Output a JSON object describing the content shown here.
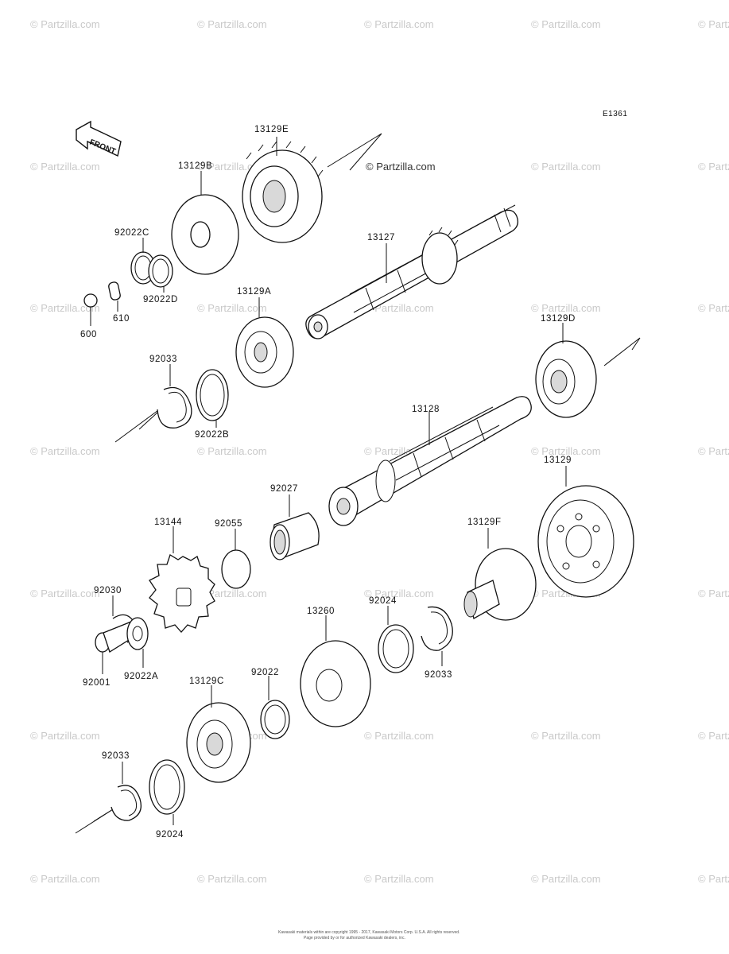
{
  "diagram_code": "E1361",
  "front_label": "FRONT",
  "center_watermark": "© Partzilla.com",
  "watermark_text": "© Partzilla.com",
  "copyright_line1": "Kawasaki materials within are copyright 1995 - 2017, Kawasaki Motors Corp. U.S.A. All rights reserved.",
  "copyright_line2": "Page provided by or for authorized Kawasaki dealers, inc.",
  "parts": {
    "p13129E": "13129E",
    "p13129B": "13129B",
    "p92022C": "92022C",
    "p92022D": "92022D",
    "p610": "610",
    "p600": "600",
    "p13127": "13127",
    "p13129A": "13129A",
    "p92033a": "92033",
    "p92022B": "92022B",
    "p13129D": "13129D",
    "p13128": "13128",
    "p92027": "92027",
    "p13129": "13129",
    "p13144": "13144",
    "p92055": "92055",
    "p13129F": "13129F",
    "p92030": "92030",
    "p92024a": "92024",
    "p13260": "13260",
    "p92001": "92001",
    "p92022A": "92022A",
    "p92033b": "92033",
    "p13129C": "13129C",
    "p92022": "92022",
    "p92033c": "92033",
    "p92024b": "92024"
  }
}
